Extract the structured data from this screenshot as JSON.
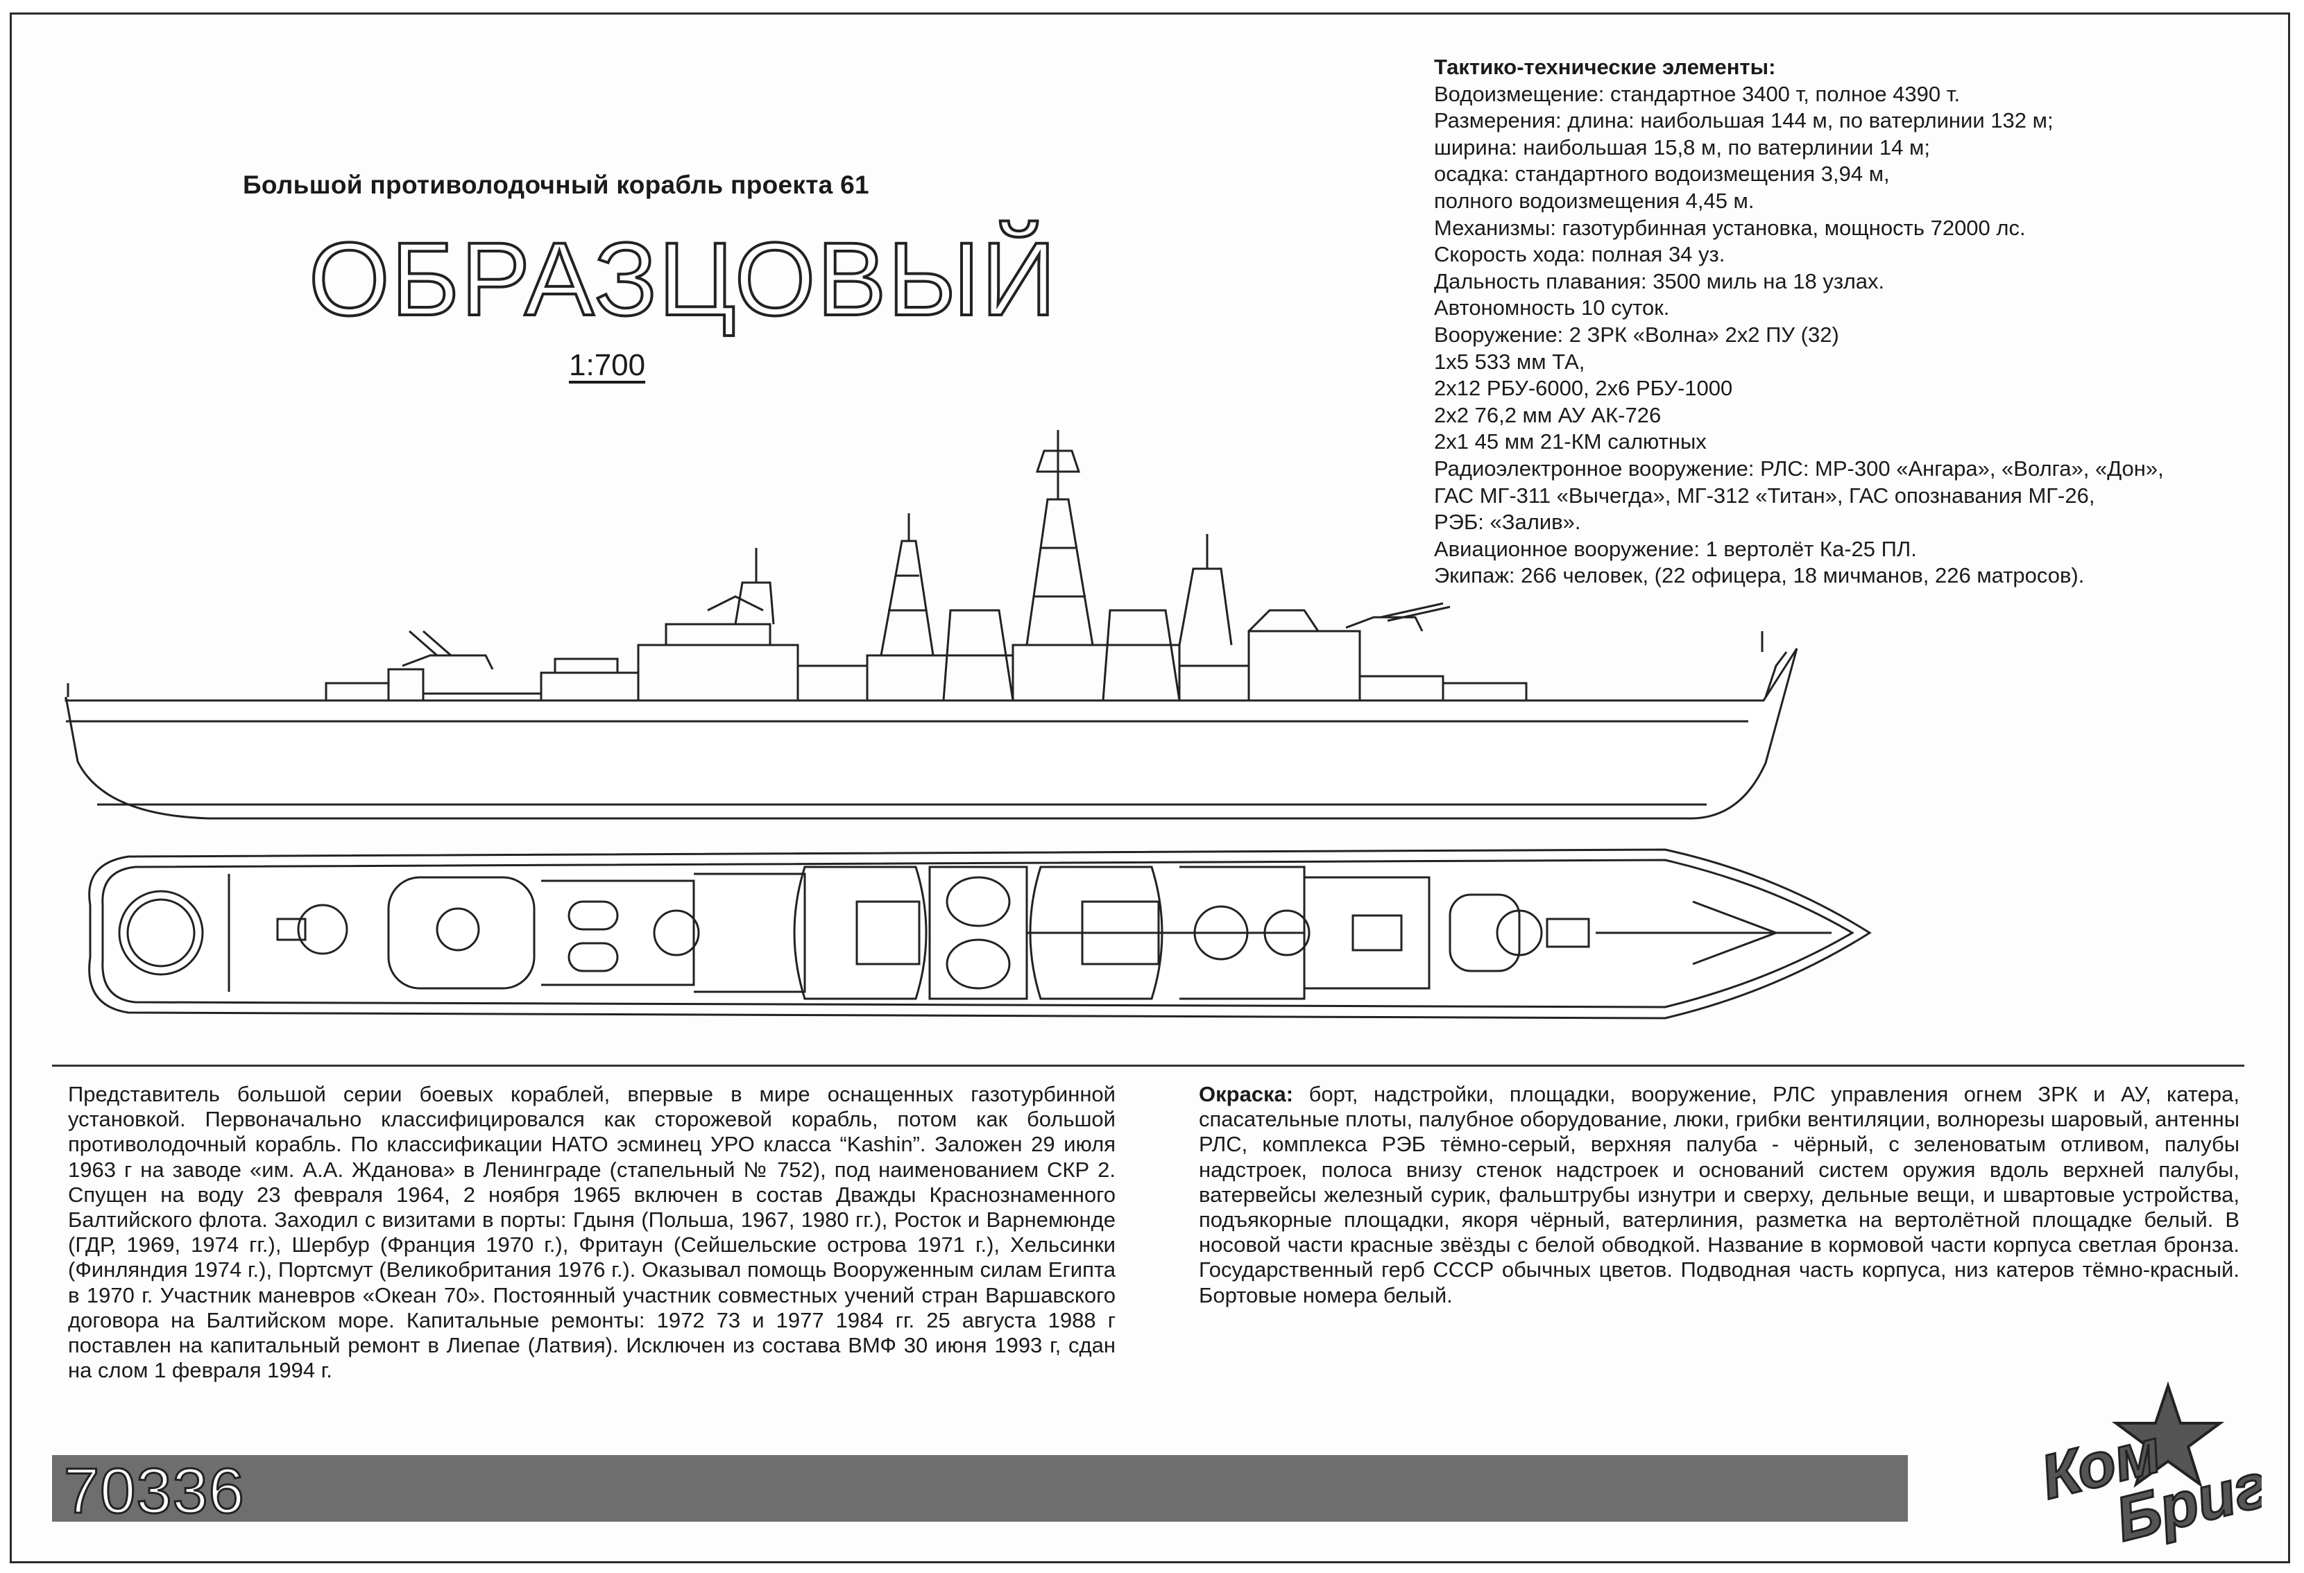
{
  "header": {
    "subtitle": "Большой противолодочный корабль проекта 61",
    "ship_name": "ОБРАЗЦОВЫЙ",
    "scale": "1:700"
  },
  "specs": {
    "title": "Тактико-технические элементы:",
    "lines": [
      "Водоизмещение: стандартное 3400 т, полное 4390 т.",
      "Размерения: длина: наибольшая 144 м, по ватерлинии 132 м;",
      "ширина: наибольшая 15,8 м, по ватерлинии 14 м;",
      "осадка: стандартного водоизмещения 3,94 м,",
      "полного водоизмещения 4,45 м.",
      "Механизмы: газотурбинная установка, мощность 72000 лс.",
      "Скорость хода: полная 34 уз.",
      "Дальность плавания: 3500 миль на 18 узлах.",
      "Автономность 10 суток.",
      "Вооружение: 2 ЗРК «Волна» 2х2 ПУ (32)",
      "1х5 533 мм ТА,",
      "2х12 РБУ-6000, 2х6 РБУ-1000",
      "2х2 76,2 мм АУ АК-726",
      "2х1 45 мм 21-КМ салютных",
      "Радиоэлектронное вооружение: РЛС: МР-300 «Ангара», «Волга», «Дон»,",
      "ГАС МГ-311 «Вычегда», МГ-312 «Титан», ГАС опознавания МГ-26,",
      "РЭБ: «Залив».",
      "Авиационное вооружение: 1 вертолёт Ка-25 ПЛ.",
      "Экипаж: 266 человек, (22 офицера, 18 мичманов, 226 матросов)."
    ]
  },
  "description": "Представитель большой серии боевых кораблей, впервые в мире оснащенных газотурбинной установкой. Первоначально классифицировался как сторожевой корабль, потом как большой противолодочный корабль. По классификации НАТО эсминец УРО класса “Kashin”. Заложен 29 июля 1963 г на заводе «им. А.А. Жданова» в Ленинграде (стапельный № 752), под наименованием СКР 2. Спущен на воду 23 февраля 1964, 2 ноября 1965 включен в состав Дважды Краснознаменного Балтийского флота. Заходил с визитами в порты: Гдыня (Польша, 1967, 1980 гг.), Росток и Варнемюнде (ГДР, 1969, 1974 гг.), Шербур (Франция 1970 г.), Фритаун (Сейшельские острова 1971 г.), Хельсинки (Финляндия 1974 г.), Портсмут (Великобритания 1976 г.). Оказывал помощь Вооруженным силам Египта в 1970 г. Участник маневров «Океан 70». Постоянный участник совместных учений стран Варшавского договора на Балтийском море. Капитальные ремонты: 1972 73 и 1977 1984 гг. 25 августа 1988 г поставлен на капитальный ремонт в Лиепае (Латвия). Исключен из состава ВМФ 30 июня 1993 г, сдан на слом 1 февраля 1994 г.",
  "paint": {
    "label": "Окраска:",
    "text": " борт, надстройки, площадки, вооружение, РЛС управления огнем ЗРК и АУ, катера, спасательные плоты, палубное оборудование, люки, грибки вентиляции, волнорезы шаровый, антенны РЛС, комплекса РЭБ тёмно-серый, верхняя палуба - чёрный, с зеленоватым отливом, палубы надстроек, полоса внизу стенок надстроек и оснований систем оружия вдоль верхней палубы, ватервейсы железный сурик, фальштрубы изнутри и сверху, дельные вещи, и швартовые устройства, подъякорные площадки, якоря чёрный, ватерлиния, разметка на вертолётной площадке белый. В носовой части красные звёзды с белой обводкой. Название в кормовой части корпуса светлая бронза. Государственный герб СССР обычных цветов. Подводная часть корпуса, низ катеров тёмно-красный. Бортовые номера белый."
  },
  "footer": {
    "code": "70336",
    "logo_text": "КомБриг"
  },
  "colors": {
    "code_bar": "#6e6e6e",
    "line": "#222222"
  }
}
